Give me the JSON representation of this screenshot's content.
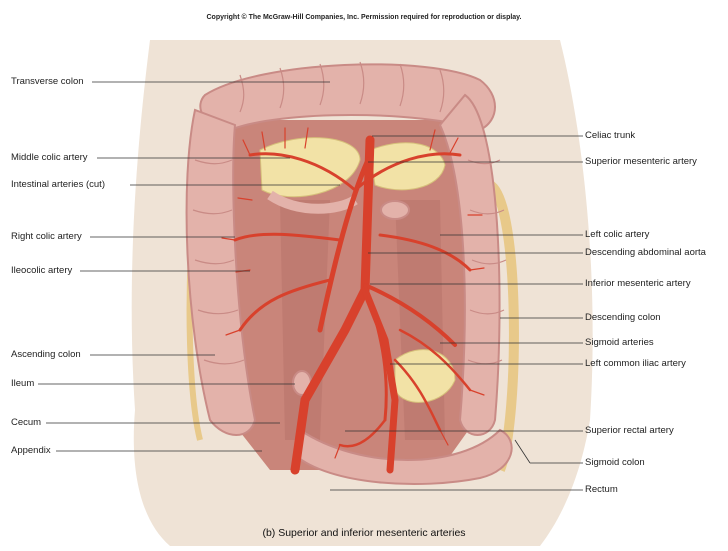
{
  "copyright": "Copyright © The McGraw-Hill Companies, Inc. Permission required for reproduction or display.",
  "caption": "(b) Superior and inferior mesenteric arteries",
  "labels_left": [
    "Transverse colon",
    "Middle colic artery",
    "Intestinal arteries (cut)",
    "Right colic artery",
    "Ileocolic artery",
    "Ascending colon",
    "Ileum",
    "Cecum",
    "Appendix"
  ],
  "labels_right": [
    "Celiac trunk",
    "Superior mesenteric artery",
    "Left colic artery",
    "Descending abdominal aorta",
    "Inferior mesenteric artery",
    "Descending colon",
    "Sigmoid arteries",
    "Left common iliac artery",
    "Superior rectal artery",
    "Sigmoid colon",
    "Rectum"
  ],
  "colors": {
    "skin": "#efe3d6",
    "colon": "#e3b2aa",
    "colon_dark": "#c98b86",
    "artery": "#d8412c",
    "muscle": "#c9857a",
    "fat": "#f2e2a6"
  }
}
